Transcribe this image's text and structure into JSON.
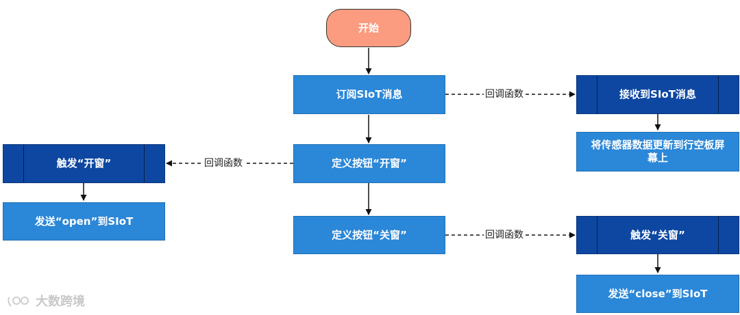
{
  "nodes": {
    "start": "开始",
    "subscribe": "订阅SIoT消息",
    "define_open": "定义按钮“开窗”",
    "define_close": "定义按钮“关窗”",
    "receive": "接收到SIoT消息",
    "update_screen": "将传感器数据更新到行空板屏幕上",
    "trigger_open": "触发“开窗”",
    "send_open": "发送“open”到SIoT",
    "trigger_close": "触发“关窗”",
    "send_close": "发送“close”到SIoT"
  },
  "edge_labels": {
    "callback_1": "回调函数",
    "callback_2": "回调函数",
    "callback_3": "回调函数"
  },
  "watermark": {
    "text": "大数跨境"
  },
  "colors": {
    "process": "#2b87d8",
    "subprocess": "#0d47a1",
    "terminal": "#fb9b7f"
  }
}
